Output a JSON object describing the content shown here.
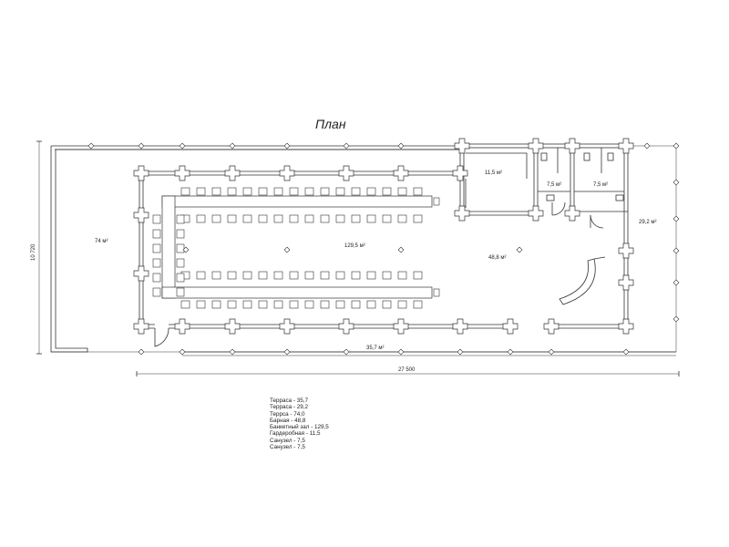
{
  "title": "План",
  "rooms": [
    {
      "id": "terrace-left",
      "area": "74 м²"
    },
    {
      "id": "banquet-hall",
      "area": "129,5 м²"
    },
    {
      "id": "bar-hall",
      "area": "48,8 м²"
    },
    {
      "id": "cloakroom",
      "area": "11,5 м²"
    },
    {
      "id": "wc-1",
      "area": "7,5 м²"
    },
    {
      "id": "wc-2",
      "area": "7,5 м²"
    },
    {
      "id": "terrace-right",
      "area": "29,2 м²"
    },
    {
      "id": "terrace-bottom",
      "area": "35,7 м²"
    }
  ],
  "dimensions": {
    "overall_length": "27 500",
    "overall_width": "10 720"
  },
  "legend": [
    "Терраса - 35,7",
    "Терраса - 29,2",
    "Террса - 74,0",
    "Барная - 48,8",
    "Банкетный зал - 129,5",
    "Гардеробная - 11,5",
    "Санузел - 7,5",
    "Санузел - 7,5"
  ]
}
